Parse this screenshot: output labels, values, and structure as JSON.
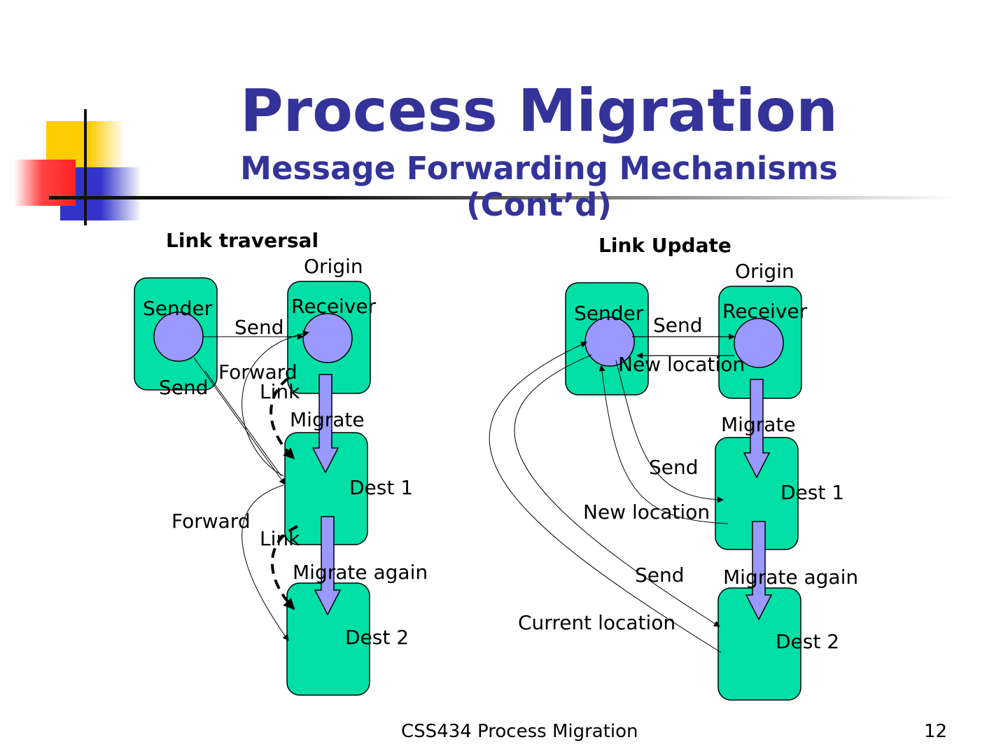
{
  "slide": {
    "title": "Process Migration",
    "subtitle": "Message Forwarding Mechanisms (Cont’d)",
    "footer": "CSS434 Process Migration",
    "page_number": "12"
  },
  "colors": {
    "title": "#333399",
    "box_fill": "#00DFA6",
    "process_fill": "#9999FF",
    "deco_yellow": "#FFCC00",
    "deco_red": "#FF3333",
    "deco_blue": "#3333CC"
  },
  "diagram": {
    "link_traversal": {
      "heading": "Link traversal",
      "origin_label": "Origin",
      "sender_label": "Sender",
      "receiver_label": "Receiver",
      "send_label_1": "Send",
      "send_label_2": "Send",
      "forward_label_1": "Forward",
      "link_label_1": "Link",
      "migrate_label": "Migrate",
      "dest1_label": "Dest 1",
      "forward_label_2": "Forward",
      "link_label_2": "Link",
      "migrate_again_label": "Migrate again",
      "dest2_label": "Dest 2"
    },
    "link_update": {
      "heading": "Link Update",
      "origin_label": "Origin",
      "sender_label": "Sender",
      "receiver_label": "Receiver",
      "send_label_1": "Send",
      "new_location_label_1": "New location",
      "migrate_label": "Migrate",
      "send_label_2": "Send",
      "new_location_label_2": "New location",
      "dest1_label": "Dest 1",
      "send_label_3": "Send",
      "migrate_again_label": "Migrate again",
      "current_location_label": "Current location",
      "dest2_label": "Dest 2"
    }
  }
}
